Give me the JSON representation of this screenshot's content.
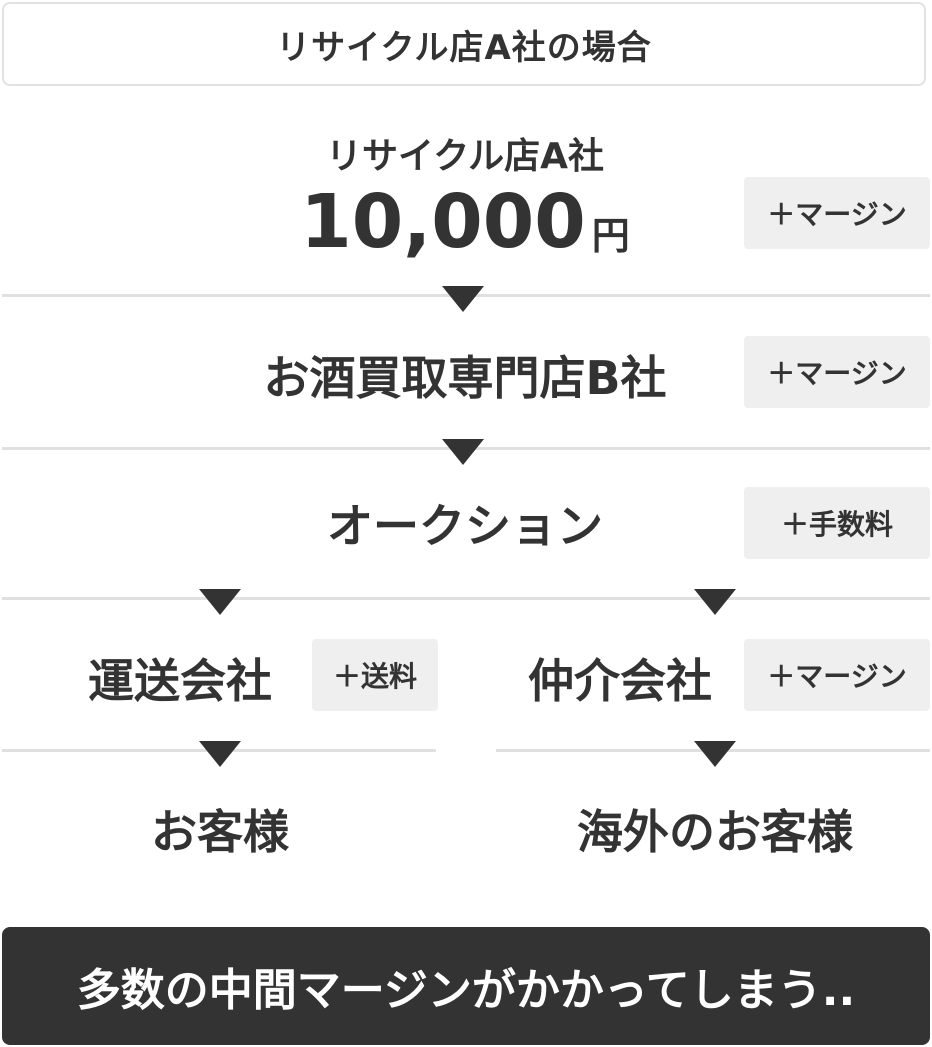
{
  "header": {
    "title": "リサイクル店A社の場合"
  },
  "step1": {
    "name": "リサイクル店A社",
    "price_value": "10,000",
    "price_unit": "円",
    "badge": "＋マージン"
  },
  "step2": {
    "name": "お酒買取専門店B社",
    "badge": "＋マージン"
  },
  "step3": {
    "name": "オークション",
    "badge": "＋手数料"
  },
  "left_branch": {
    "name": "運送会社",
    "badge": "＋送料",
    "destination": "お客様"
  },
  "right_branch": {
    "name": "仲介会社",
    "badge": "＋マージン",
    "destination": "海外のお客様"
  },
  "conclusion": "多数の中間マージンがかかってしまう.."
}
